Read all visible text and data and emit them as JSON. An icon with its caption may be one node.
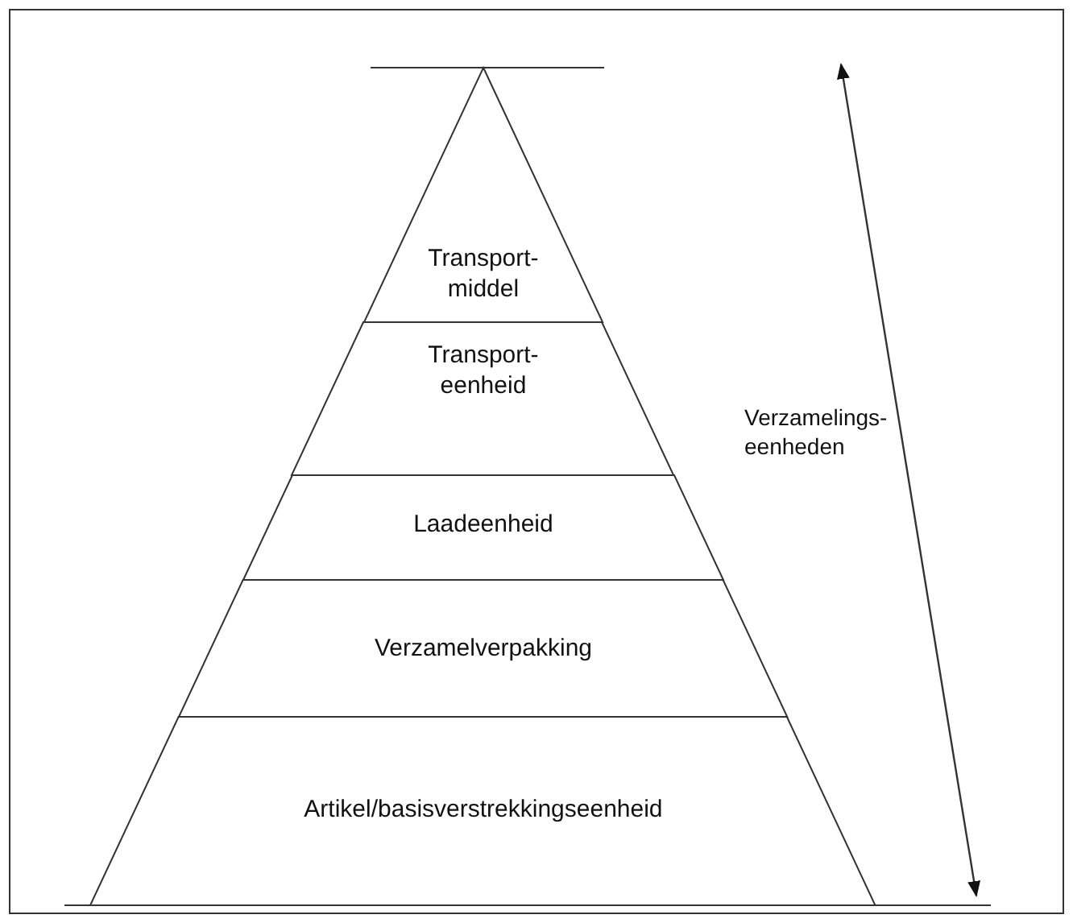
{
  "diagram": {
    "nodes": [
      {
        "text": [
          "Transport- middel"
        ]
      },
      {
        "text": [
          "Transport- eenheid"
        ]
      },
      {
        "text": [
          "Laadeenheid"
        ]
      },
      {
        "text": [
          "Verzamelverpakking"
        ]
      },
      {
        "text": [
          "Artikel/basisverstrekkingseenheid"
        ]
      }
    ],
    "labels": [
      "Verzamelings- eenheden"
    ]
  }
}
